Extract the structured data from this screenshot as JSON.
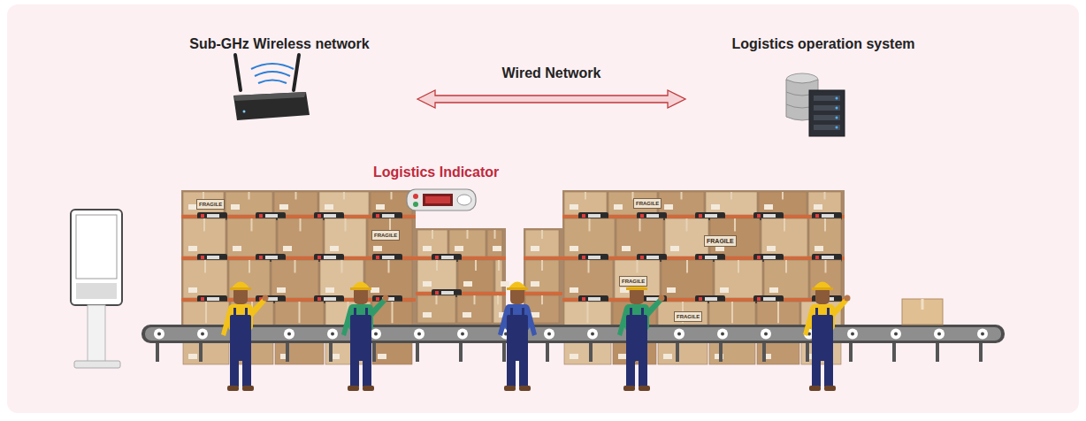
{
  "diagram": {
    "nodes": [
      {
        "text": [
          "Sub-GHz Wireless network"
        ]
      },
      {
        "text": [
          "Logistics operation system"
        ]
      }
    ],
    "edges": [
      {
        "from": 0,
        "to": 1,
        "arrow": "both",
        "label": "Wired Network"
      }
    ],
    "labels": [
      "Logistics Indicator",
      "FRAGILE",
      "FRAGILE",
      "FRAGILE",
      "FRAGILE",
      "FRAGILE",
      "FRAGILE"
    ]
  }
}
